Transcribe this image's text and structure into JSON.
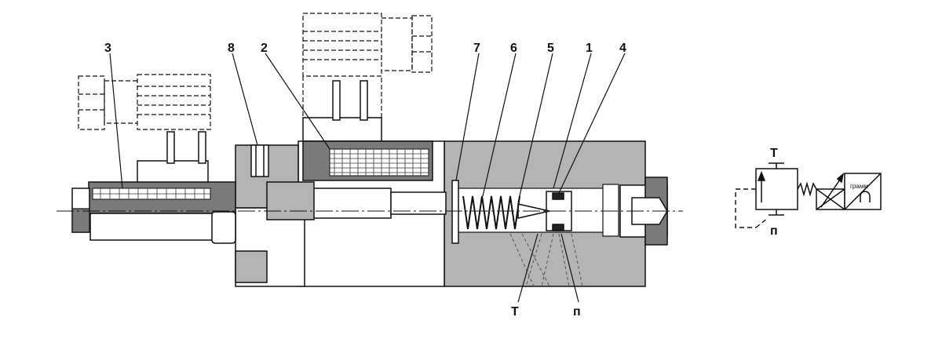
{
  "section_labels": {
    "l3": "3",
    "l8": "8",
    "l2": "2",
    "l7": "7",
    "l6": "6",
    "l5": "5",
    "l1": "1",
    "l4": "4"
  },
  "port_labels": {
    "tank": "T",
    "pressure": "п"
  },
  "symbol": {
    "port_top": "T",
    "port_bottom": "п",
    "actuator_text": "грамм"
  },
  "colors": {
    "housing": "#b4b4b4",
    "dark_part": "#7a7a7a",
    "outline": "#111111",
    "background": "#ffffff"
  }
}
